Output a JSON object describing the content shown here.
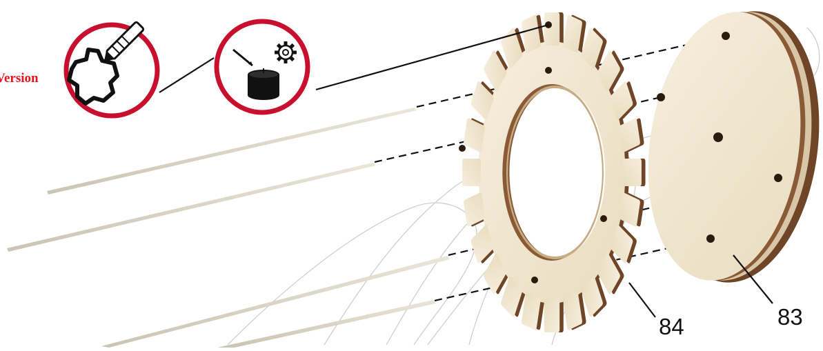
{
  "header": {
    "version_label": "Version"
  },
  "callouts": {
    "part_a": "84",
    "part_b": "83"
  },
  "colors": {
    "accent_red": "#e3141b",
    "wood_face": "#f1e7d2",
    "wood_edge": "#8a5a36",
    "skewer": "#d8d4c5",
    "watermark": "#cfcfcf"
  },
  "icons": [
    "gear-with-knife-icon",
    "candle-wax-icon",
    "gear-settings-icon"
  ]
}
